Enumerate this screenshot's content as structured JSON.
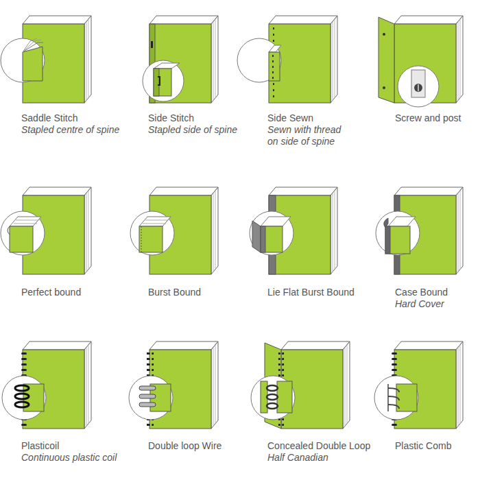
{
  "diagram": {
    "labels": [
      "Saddle Stitch",
      "Stapled centre of spine",
      "Side Stitch",
      "Stapled side of spine",
      "Side Sewn",
      "Sewn with thread on side of spine",
      "Screw and post",
      "Perfect bound",
      "Burst Bound",
      "Lie Flat Burst Bound",
      "Case Bound",
      "Hard Cover",
      "Plasticoil",
      "Continuous plastic coil",
      "Double loop Wire",
      "Concealed Double Loop",
      "Half Canadian",
      "Plastic Comb"
    ]
  }
}
